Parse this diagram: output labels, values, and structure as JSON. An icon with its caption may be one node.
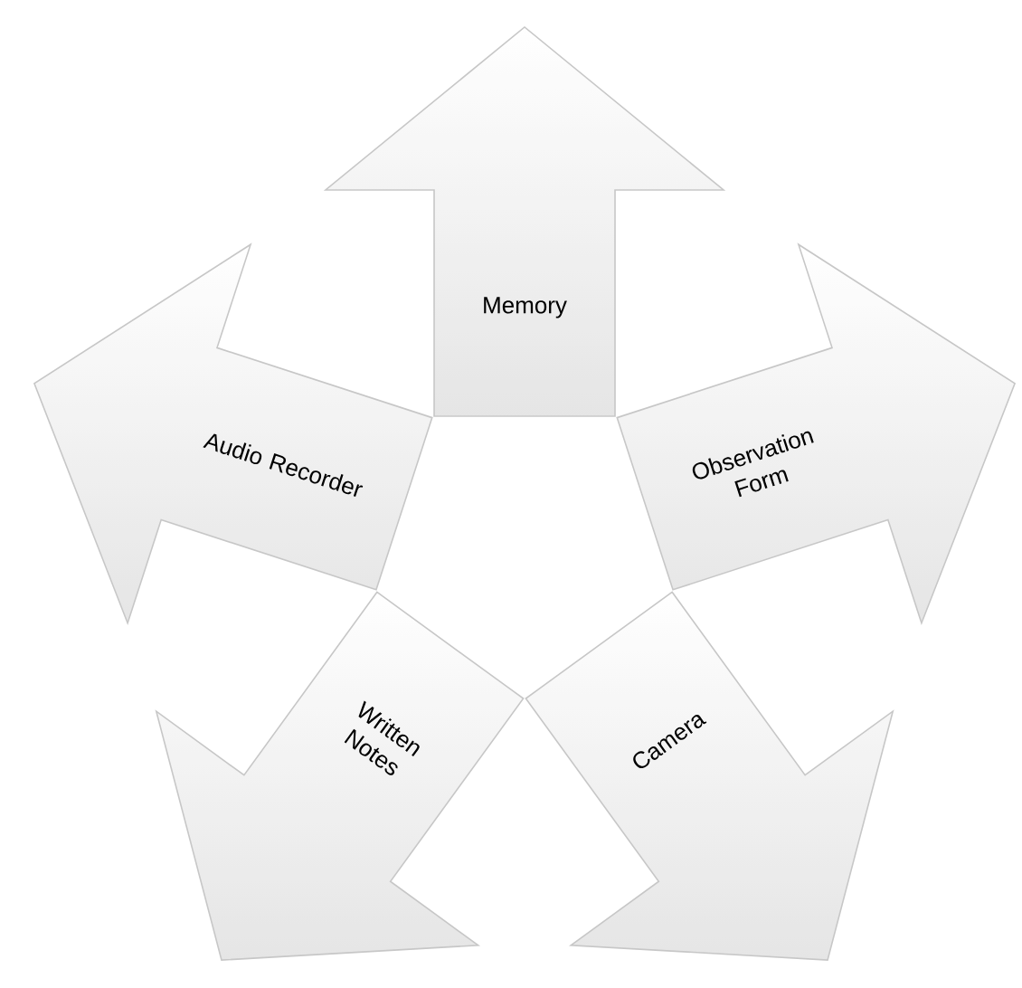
{
  "diagram": {
    "nodes": [
      {
        "text": [
          "Memory"
        ]
      },
      {
        "text": [
          "Observation Form"
        ]
      },
      {
        "text": [
          "Camera"
        ]
      },
      {
        "text": [
          "Written Notes"
        ]
      },
      {
        "text": [
          "Audio Recorder"
        ]
      }
    ]
  }
}
